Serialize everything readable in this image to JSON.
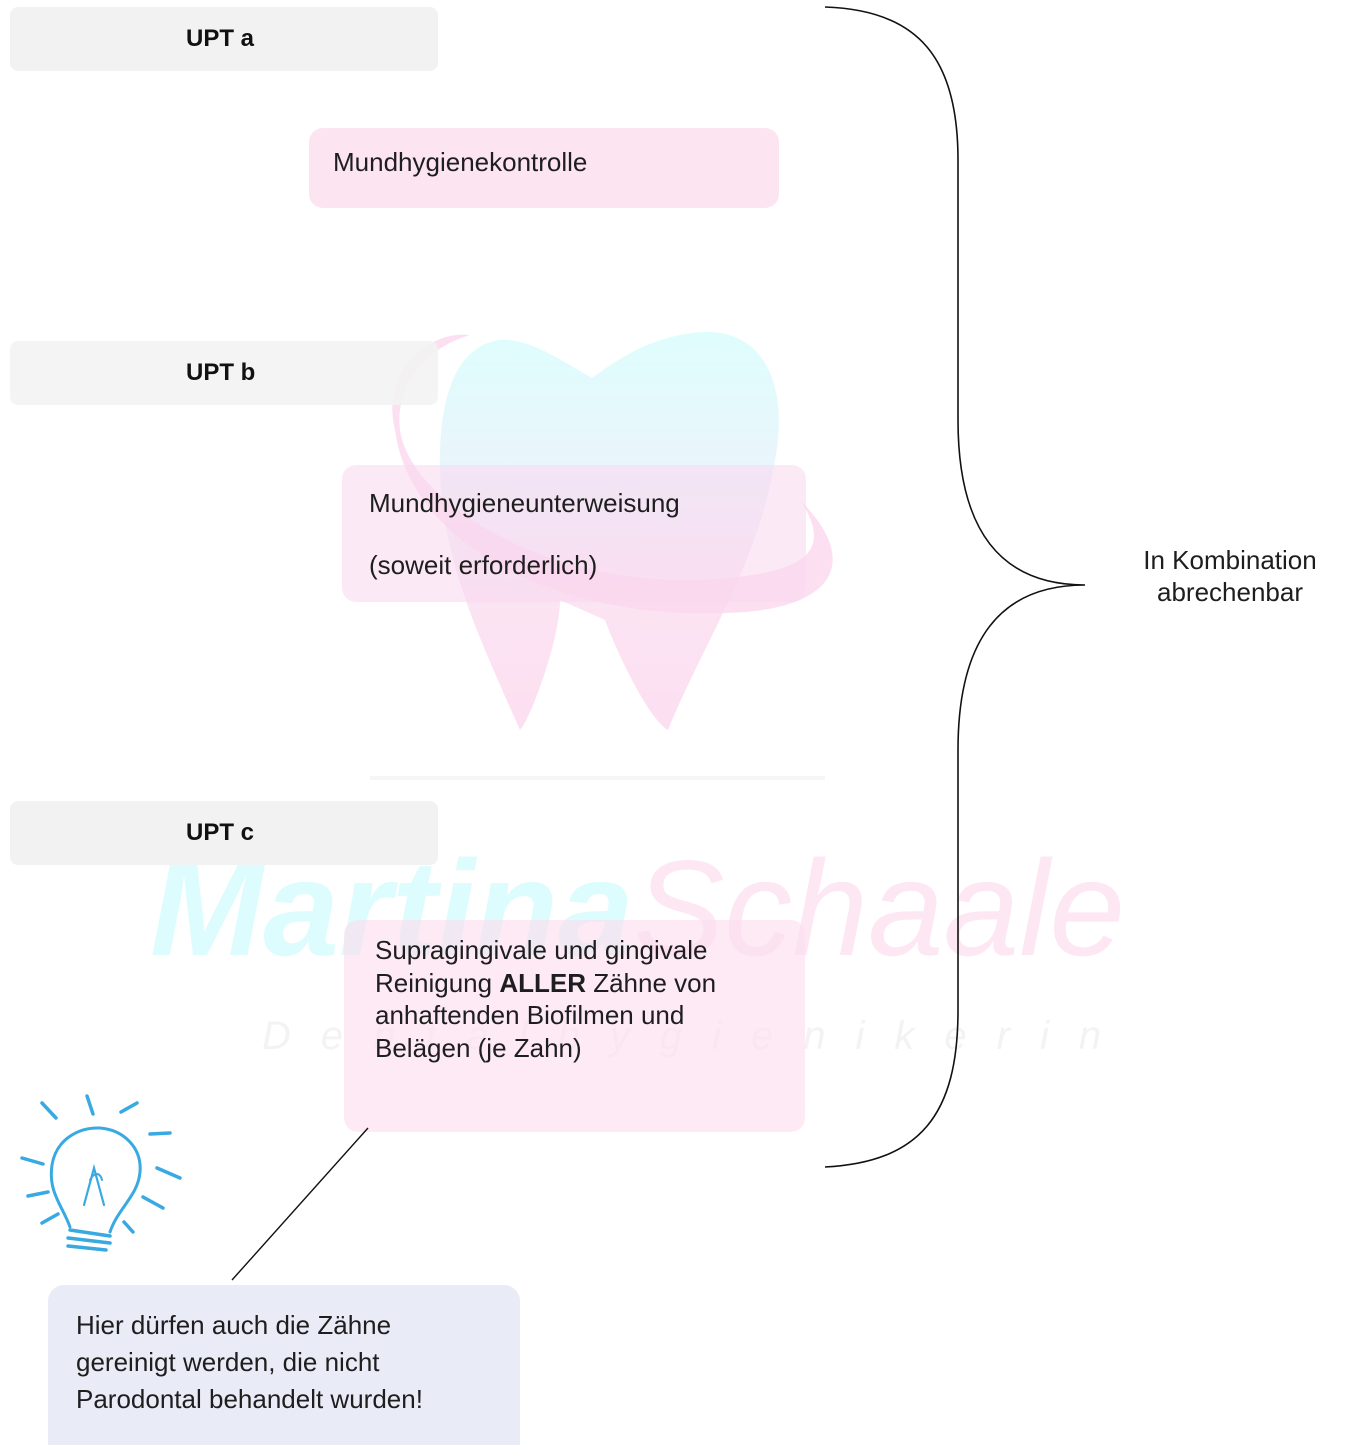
{
  "watermark": {
    "brand_first": "Martina",
    "brand_last": "Schaale",
    "subtitle": "Dentalhygienikerin"
  },
  "upt_a": {
    "label": "UPT a",
    "description": "Mundhygienekontrolle"
  },
  "upt_b": {
    "label": "UPT b",
    "line1": "Mundhygieneunterweisung",
    "line2": "(soweit erforderlich)"
  },
  "upt_c": {
    "label": "UPT c",
    "line1": "Supragingivale und gingivale",
    "line2_before": "Reinigung ",
    "line2_emphasis": "ALLER",
    "line2_after": " Zähne von",
    "line3": "anhaftenden Biofilmen und",
    "line4": "Belägen (je Zahn)"
  },
  "side_note": {
    "line1": "In Kombination",
    "line2": "abrechenbar"
  },
  "tip": {
    "icon": "lightbulb-icon",
    "line1": "Hier dürfen auch die Zähne",
    "line2": "gereinigt werden, die nicht",
    "line3": "Parodontal behandelt wurden!"
  },
  "colors": {
    "header_gray": "#f2f2f2",
    "box_pink": "#fce4f1",
    "tip_blue": "#e9ebf6",
    "watermark_cyan": "#dcfcfd",
    "watermark_pink": "#fde7f3",
    "bulb_blue": "#39a9e2"
  }
}
